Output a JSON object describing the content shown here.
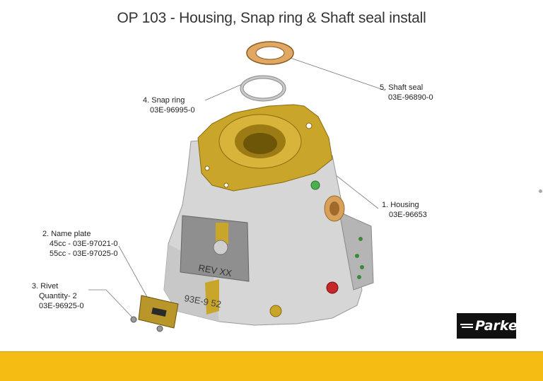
{
  "title": "OP 103 - Housing, Snap ring & Shaft seal install",
  "callouts": {
    "shaft_seal": {
      "name": "5. Shaft seal",
      "part": "03E-96890-0"
    },
    "snap_ring": {
      "name": "4. Snap ring",
      "part": "03E-96995-0"
    },
    "housing": {
      "name": "1. Housing",
      "part": "03E-96653"
    },
    "name_plate": {
      "name": "2. Name plate",
      "part_45": "45cc - 03E-97021-0",
      "part_55": "55cc - 03E-97025-0"
    },
    "rivet": {
      "name": "3. Rivet",
      "quantity": "Quantity- 2",
      "part": "03E-96925-0"
    }
  },
  "housing_marks": {
    "brand": "REV XX",
    "number": "93E-9  52"
  },
  "logo": {
    "text": "Parker"
  },
  "colors": {
    "accent": "#f5bd14",
    "housing": "#d7d7d7",
    "yellow_part": "#c9a52a",
    "seal": "#d9a05a"
  },
  "icons": {
    "logo_flag": "parker-flag-icon"
  }
}
